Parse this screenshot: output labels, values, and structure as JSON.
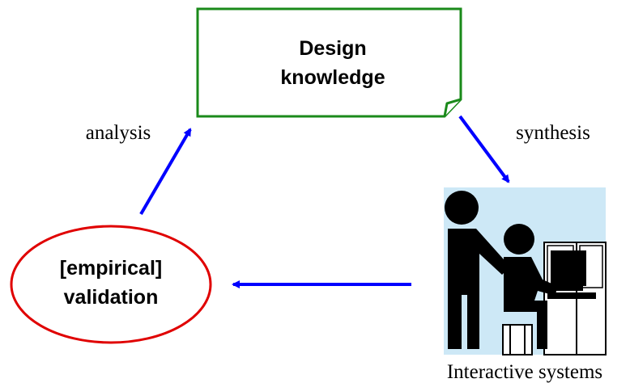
{
  "nodes": {
    "design_knowledge": {
      "line1": "Design",
      "line2": "knowledge",
      "border_color": "#1a8a1a"
    },
    "empirical_validation": {
      "line1": "[empirical]",
      "line2": "validation",
      "border_color": "#e00000"
    },
    "interactive_systems": {
      "label": "Interactive systems",
      "icon": "people-at-computer-icon",
      "background_color": "#cde8f6"
    }
  },
  "edges": {
    "analysis": {
      "label": "analysis"
    },
    "synthesis": {
      "label": "synthesis"
    },
    "arrow_color": "#0000ff"
  }
}
